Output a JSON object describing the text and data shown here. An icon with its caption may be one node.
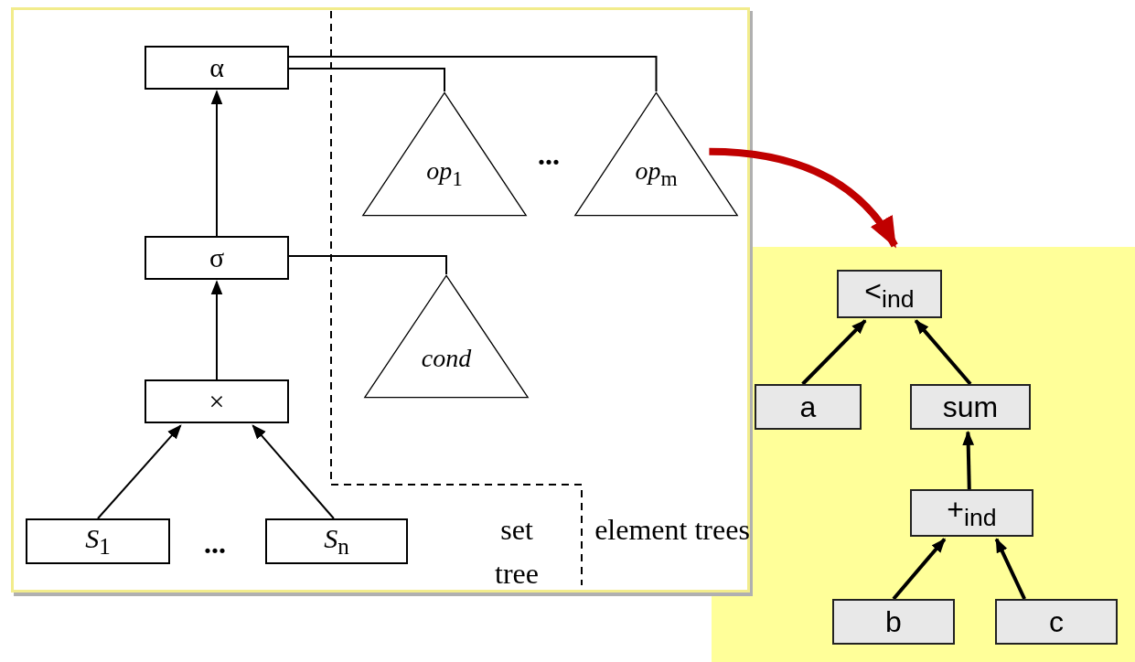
{
  "diagram": {
    "nodes": [
      {
        "text": [
          "α"
        ]
      },
      {
        "text": [
          "σ"
        ]
      },
      {
        "text": [
          "×"
        ]
      },
      {
        "text": [
          "*S*$_{1}$"
        ]
      },
      {
        "text": [
          "*S*$_{n}$"
        ]
      },
      {
        "text": [
          "*op*$_{1}$"
        ]
      },
      {
        "text": [
          "*op*$_{m}$"
        ]
      },
      {
        "text": [
          "cond"
        ]
      },
      {
        "text": [
          "<$_{ind}$"
        ]
      },
      {
        "text": [
          "a"
        ]
      },
      {
        "text": [
          "sum"
        ]
      },
      {
        "text": [
          "+$_{ind}$"
        ]
      },
      {
        "text": [
          "b"
        ]
      },
      {
        "text": [
          "c"
        ]
      }
    ],
    "edges": [
      {
        "from": 2,
        "to": 1,
        "arrow": "to"
      },
      {
        "from": 1,
        "to": 0,
        "arrow": "to"
      },
      {
        "from": 3,
        "to": 2,
        "arrow": "to"
      },
      {
        "from": 4,
        "to": 2,
        "arrow": "to"
      },
      {
        "from": 0,
        "to": 5,
        "arrow": "none"
      },
      {
        "from": 0,
        "to": 6,
        "arrow": "none"
      },
      {
        "from": 1,
        "to": 7,
        "arrow": "none"
      },
      {
        "from": 6,
        "to": 8,
        "arrow": "to",
        "style": "thick",
        "color": "#c00000"
      },
      {
        "from": 9,
        "to": 8,
        "arrow": "to",
        "style": "thick"
      },
      {
        "from": 10,
        "to": 8,
        "arrow": "to",
        "style": "thick"
      },
      {
        "from": 11,
        "to": 10,
        "arrow": "to",
        "style": "thick"
      },
      {
        "from": 12,
        "to": 11,
        "arrow": "to",
        "style": "thick"
      },
      {
        "from": 13,
        "to": 11,
        "arrow": "to",
        "style": "thick"
      }
    ],
    "labels": [
      "...",
      "...",
      "set tree",
      "element trees"
    ]
  }
}
